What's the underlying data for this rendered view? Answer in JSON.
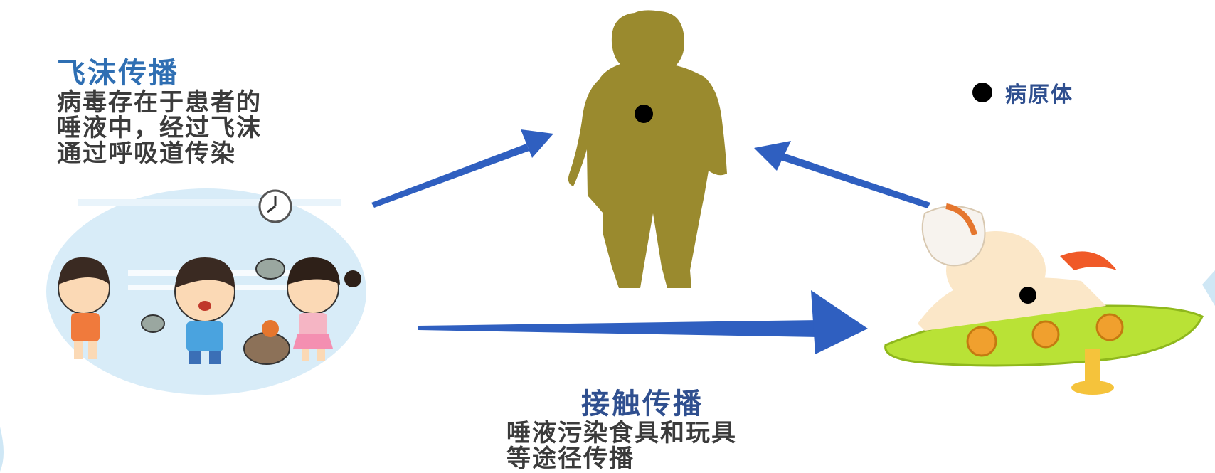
{
  "droplet": {
    "title": "飞沫传播",
    "lines": [
      "病毒存在于患者的",
      "唾液中，经过飞沫",
      "通过呼吸道传染"
    ]
  },
  "contact": {
    "title": "接触传播",
    "lines": [
      "唾液污染食具和玩具",
      "等途径传播"
    ]
  },
  "legend": {
    "label": "病原体"
  },
  "colors": {
    "arrow": "#2f5fc0",
    "silhouette": "#9a8a2e",
    "droplet_title": "#2f6fb3",
    "contact_title": "#2f4f8f"
  },
  "icons": [
    "person-silhouette",
    "children-illustration",
    "rocking-horse-toy",
    "clock-icon",
    "pathogen-dot"
  ]
}
